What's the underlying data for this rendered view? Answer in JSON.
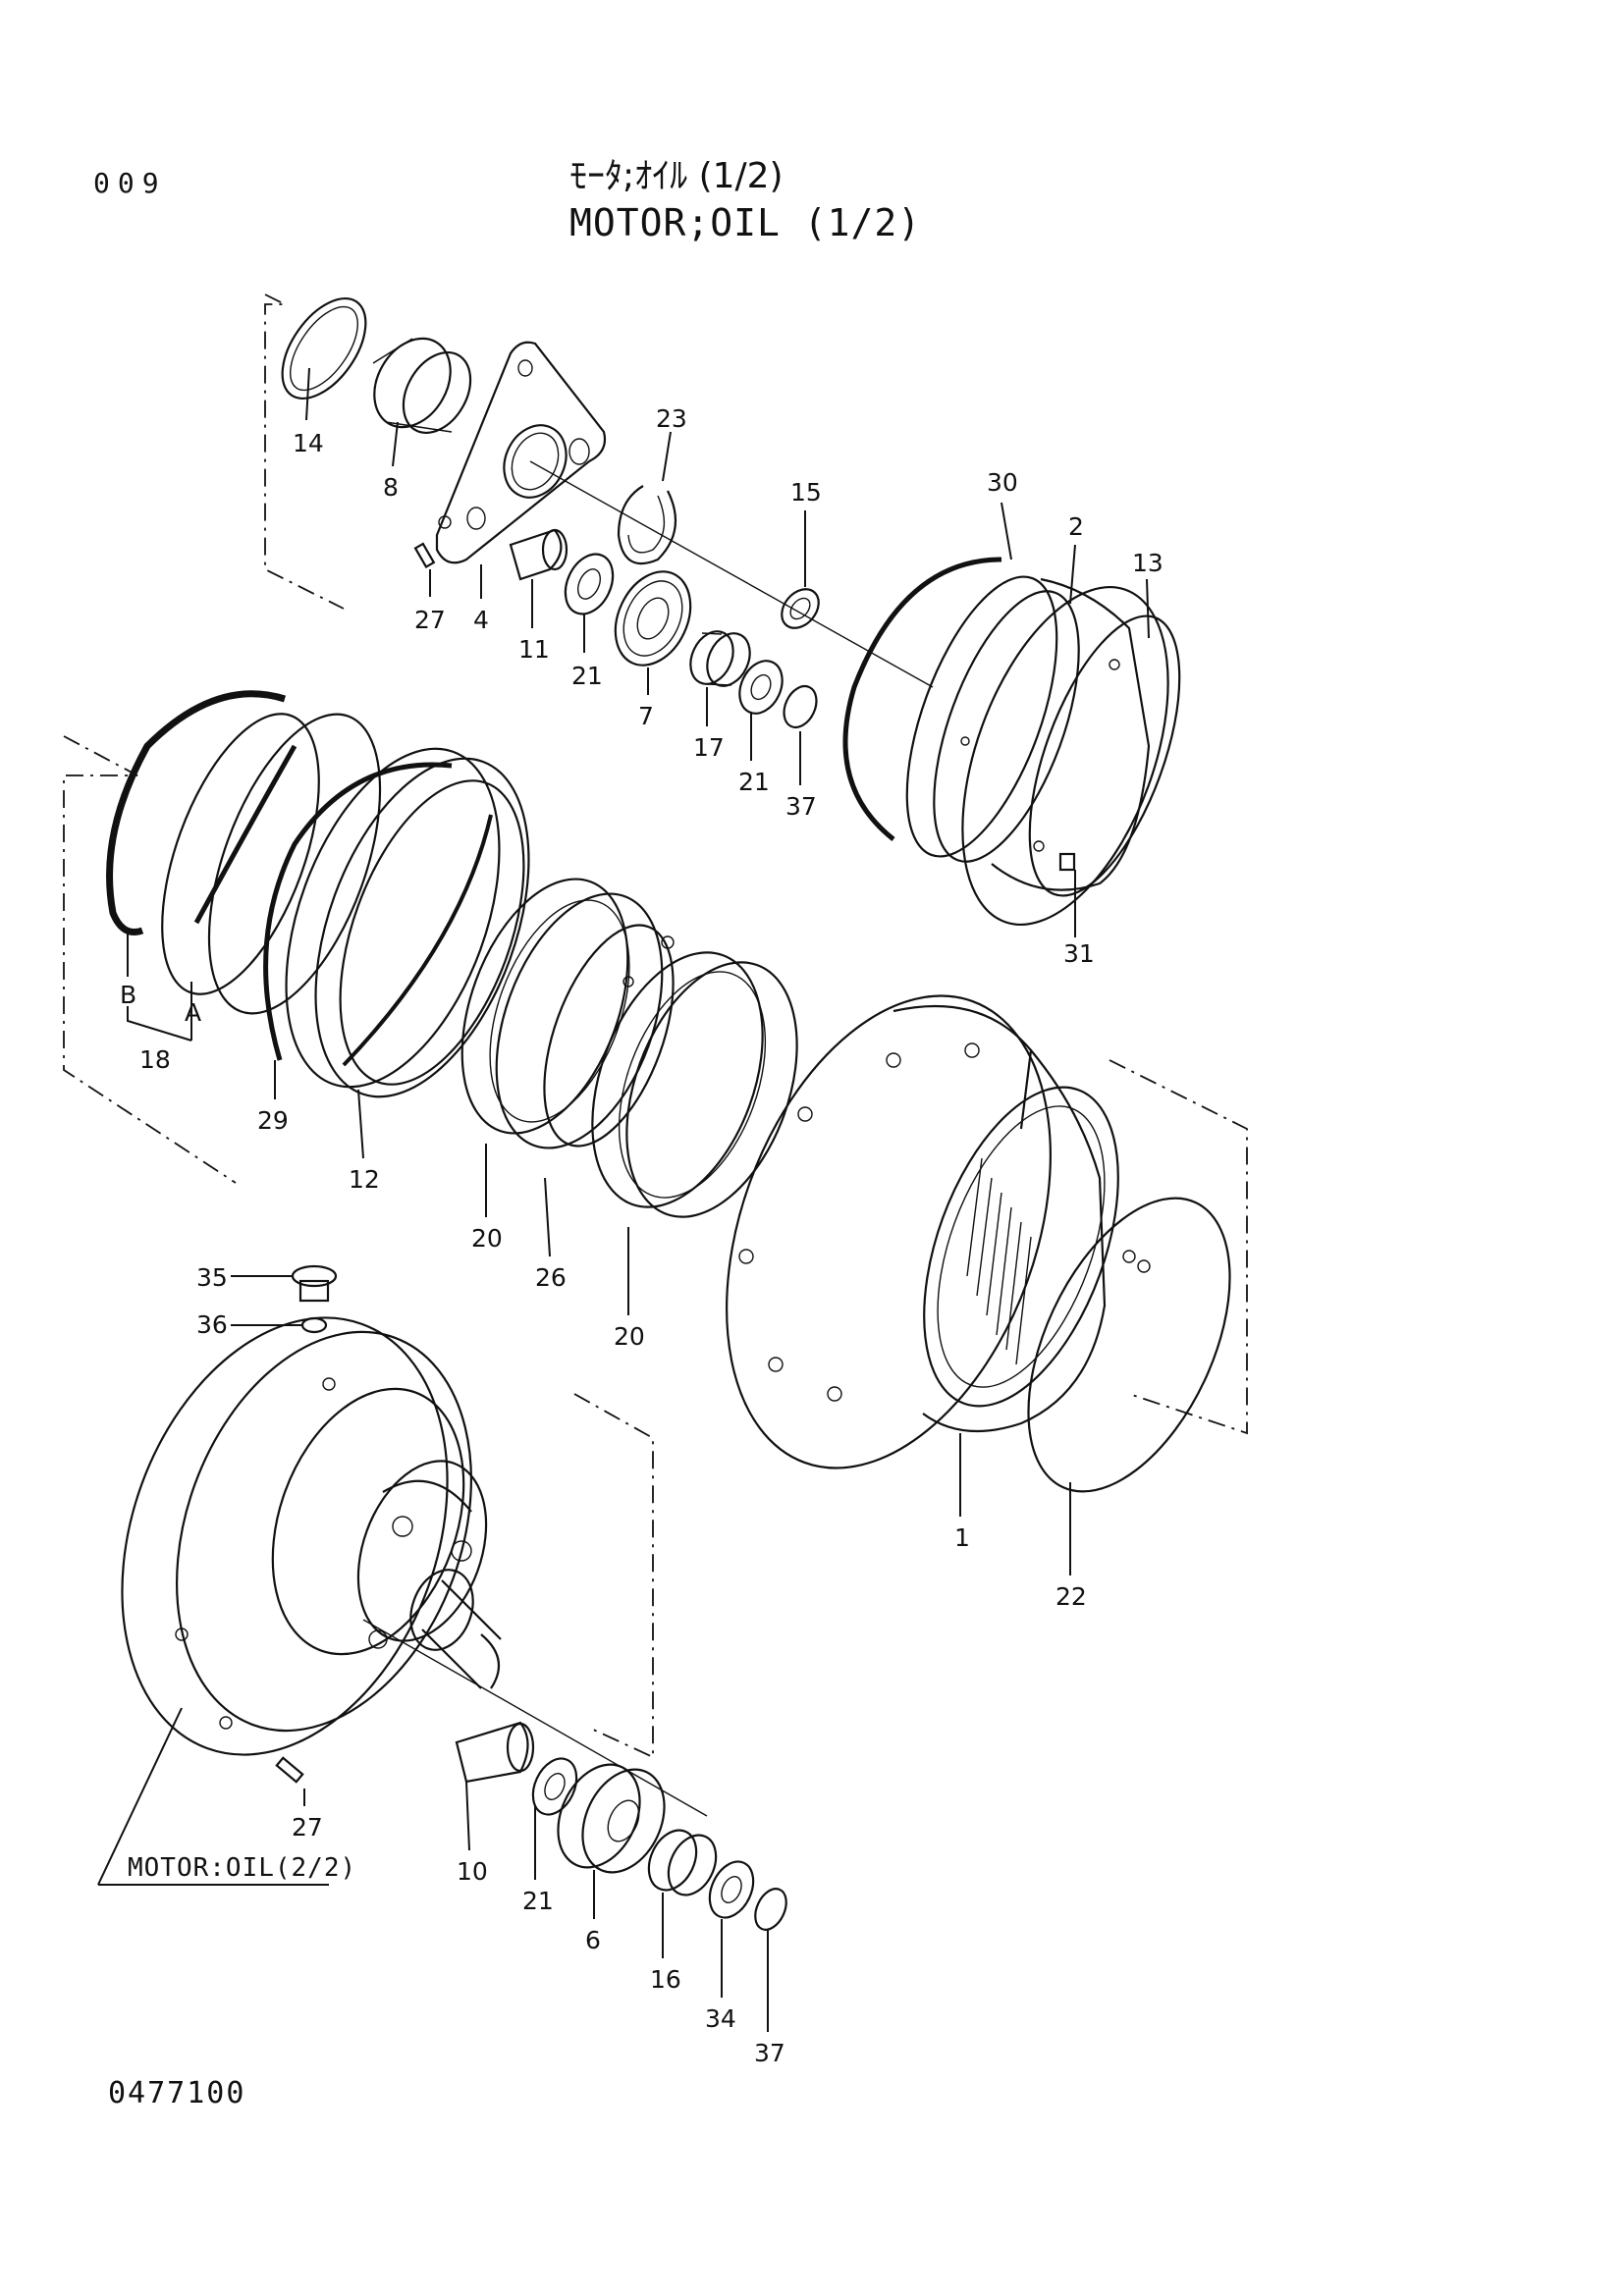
{
  "header": {
    "page_number": "009",
    "title_jp": "ﾓｰﾀ;ｵｲﾙ (1/2)",
    "title_en": "MOTOR;OIL (1/2)"
  },
  "footer": {
    "document_code": "0477100"
  },
  "reference_label": "MOTOR:OIL(2/2)",
  "callouts": [
    {
      "id": "c14",
      "text": "14"
    },
    {
      "id": "c8",
      "text": "8"
    },
    {
      "id": "c23",
      "text": "23"
    },
    {
      "id": "c15",
      "text": "15"
    },
    {
      "id": "c30",
      "text": "30"
    },
    {
      "id": "c2",
      "text": "2"
    },
    {
      "id": "c13",
      "text": "13"
    },
    {
      "id": "c27a",
      "text": "27"
    },
    {
      "id": "c4",
      "text": "4"
    },
    {
      "id": "c11",
      "text": "11"
    },
    {
      "id": "c21a",
      "text": "21"
    },
    {
      "id": "c7",
      "text": "7"
    },
    {
      "id": "c17",
      "text": "17"
    },
    {
      "id": "c21b",
      "text": "21"
    },
    {
      "id": "c37a",
      "text": "37"
    },
    {
      "id": "c31",
      "text": "31"
    },
    {
      "id": "cB",
      "text": "B"
    },
    {
      "id": "cA",
      "text": "A"
    },
    {
      "id": "c18",
      "text": "18"
    },
    {
      "id": "c29",
      "text": "29"
    },
    {
      "id": "c12",
      "text": "12"
    },
    {
      "id": "c20a",
      "text": "20"
    },
    {
      "id": "c26",
      "text": "26"
    },
    {
      "id": "c20b",
      "text": "20"
    },
    {
      "id": "c35",
      "text": "35"
    },
    {
      "id": "c36",
      "text": "36"
    },
    {
      "id": "c1",
      "text": "1"
    },
    {
      "id": "c22",
      "text": "22"
    },
    {
      "id": "c27b",
      "text": "27"
    },
    {
      "id": "c10",
      "text": "10"
    },
    {
      "id": "c21c",
      "text": "21"
    },
    {
      "id": "c6",
      "text": "6"
    },
    {
      "id": "c16",
      "text": "16"
    },
    {
      "id": "c34",
      "text": "34"
    },
    {
      "id": "c37b",
      "text": "37"
    }
  ]
}
